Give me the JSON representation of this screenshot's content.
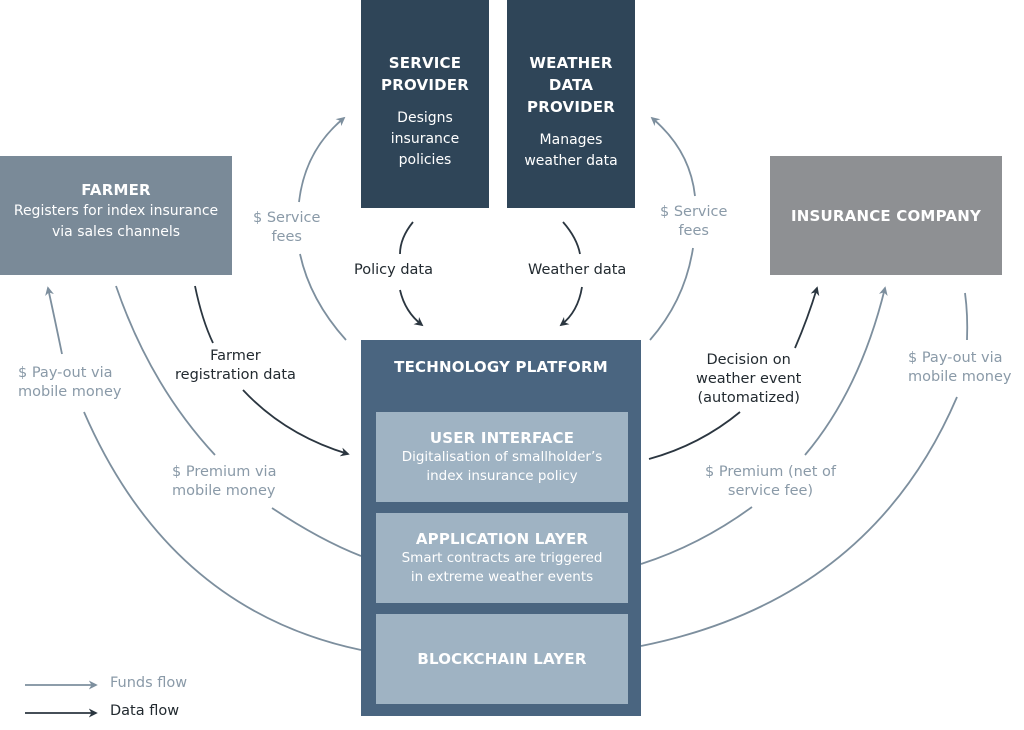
{
  "nodes": {
    "farmer": {
      "title": "FARMER",
      "desc_line1": "Registers for index insurance",
      "desc_line2": "via sales channels"
    },
    "service_provider": {
      "title_line1": "SERVICE",
      "title_line2": "PROVIDER",
      "desc_line1": "Designs",
      "desc_line2": "insurance",
      "desc_line3": "policies"
    },
    "weather_provider": {
      "title_line1": "WEATHER",
      "title_line2": "DATA",
      "title_line3": "PROVIDER",
      "desc_line1": "Manages",
      "desc_line2": "weather data"
    },
    "insurance_company": {
      "title": "INSURANCE COMPANY"
    },
    "technology_platform": {
      "title": "TECHNOLOGY PLATFORM",
      "layers": [
        {
          "title": "USER INTERFACE",
          "desc_line1": "Digitalisation of smallholder’s",
          "desc_line2": "index insurance policy"
        },
        {
          "title": "APPLICATION LAYER",
          "desc_line1": "Smart contracts are triggered",
          "desc_line2": "in extreme weather events"
        },
        {
          "title": "BLOCKCHAIN LAYER"
        }
      ]
    }
  },
  "flows": {
    "service_fees_left": {
      "line1": "$ Service",
      "line2": "fees"
    },
    "service_fees_right": {
      "line1": "$ Service",
      "line2": "fees"
    },
    "policy_data": "Policy data",
    "weather_data": "Weather data",
    "farmer_registration": {
      "line1": "Farmer",
      "line2": "registration data"
    },
    "payout_left": {
      "line1": "$ Pay-out via",
      "line2": "mobile money"
    },
    "premium_left": {
      "line1": "$ Premium via",
      "line2": "mobile money"
    },
    "decision": {
      "line1": "Decision on",
      "line2": "weather event",
      "line3": "(automatized)"
    },
    "premium_right": {
      "line1": "$ Premium (net of",
      "line2": "service fee)"
    },
    "payout_right": {
      "line1": "$ Pay-out via",
      "line2": "mobile money"
    }
  },
  "legend": {
    "funds": "Funds flow",
    "data": "Data flow"
  },
  "colors": {
    "funds_flow": "#7d8f9e",
    "data_flow": "#2b3640",
    "farmer": "#7a8a98",
    "provider": "#2f4558",
    "insurance": "#8e9093",
    "platform": "#4a6580",
    "layer": "#9fb3c3"
  }
}
